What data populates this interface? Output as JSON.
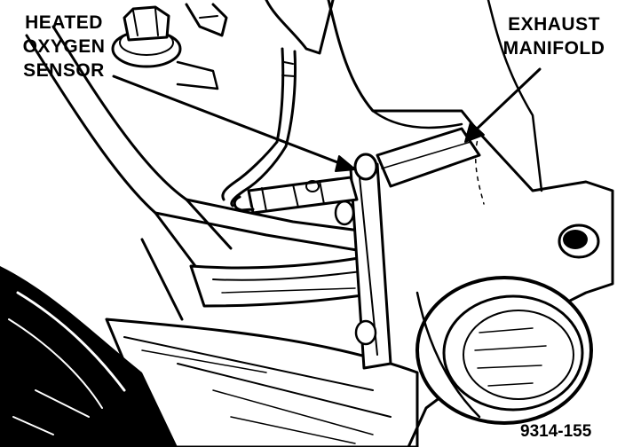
{
  "labels": {
    "sensor": {
      "line1": "HEATED",
      "line2": "OXYGEN",
      "line3": "SENSOR"
    },
    "manifold": {
      "line1": "EXHAUST",
      "line2": "MANIFOLD"
    },
    "figure_number": "9314-155"
  },
  "colors": {
    "ink": "#000000",
    "paper": "#ffffff"
  }
}
